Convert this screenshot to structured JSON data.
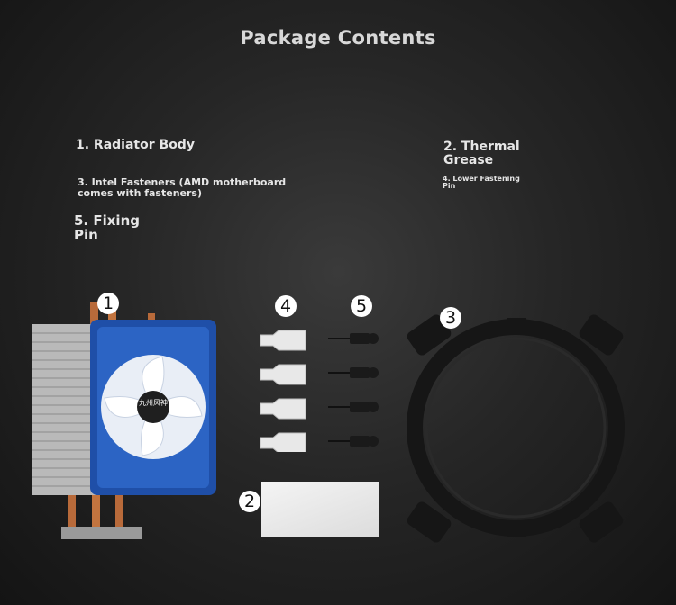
{
  "title": "Package Contents",
  "labels": {
    "l1": "1. Radiator Body",
    "l2": "2. Thermal\n Grease",
    "l3": "3. Intel Fasteners (AMD motherboard\n comes with fasteners)",
    "l4": "4. Lower Fastening\n Pin",
    "l5": "5. Fixing\n Pin"
  },
  "markers": [
    "1",
    "2",
    "3",
    "4",
    "5"
  ],
  "product_brand_marking": "九州风神"
}
